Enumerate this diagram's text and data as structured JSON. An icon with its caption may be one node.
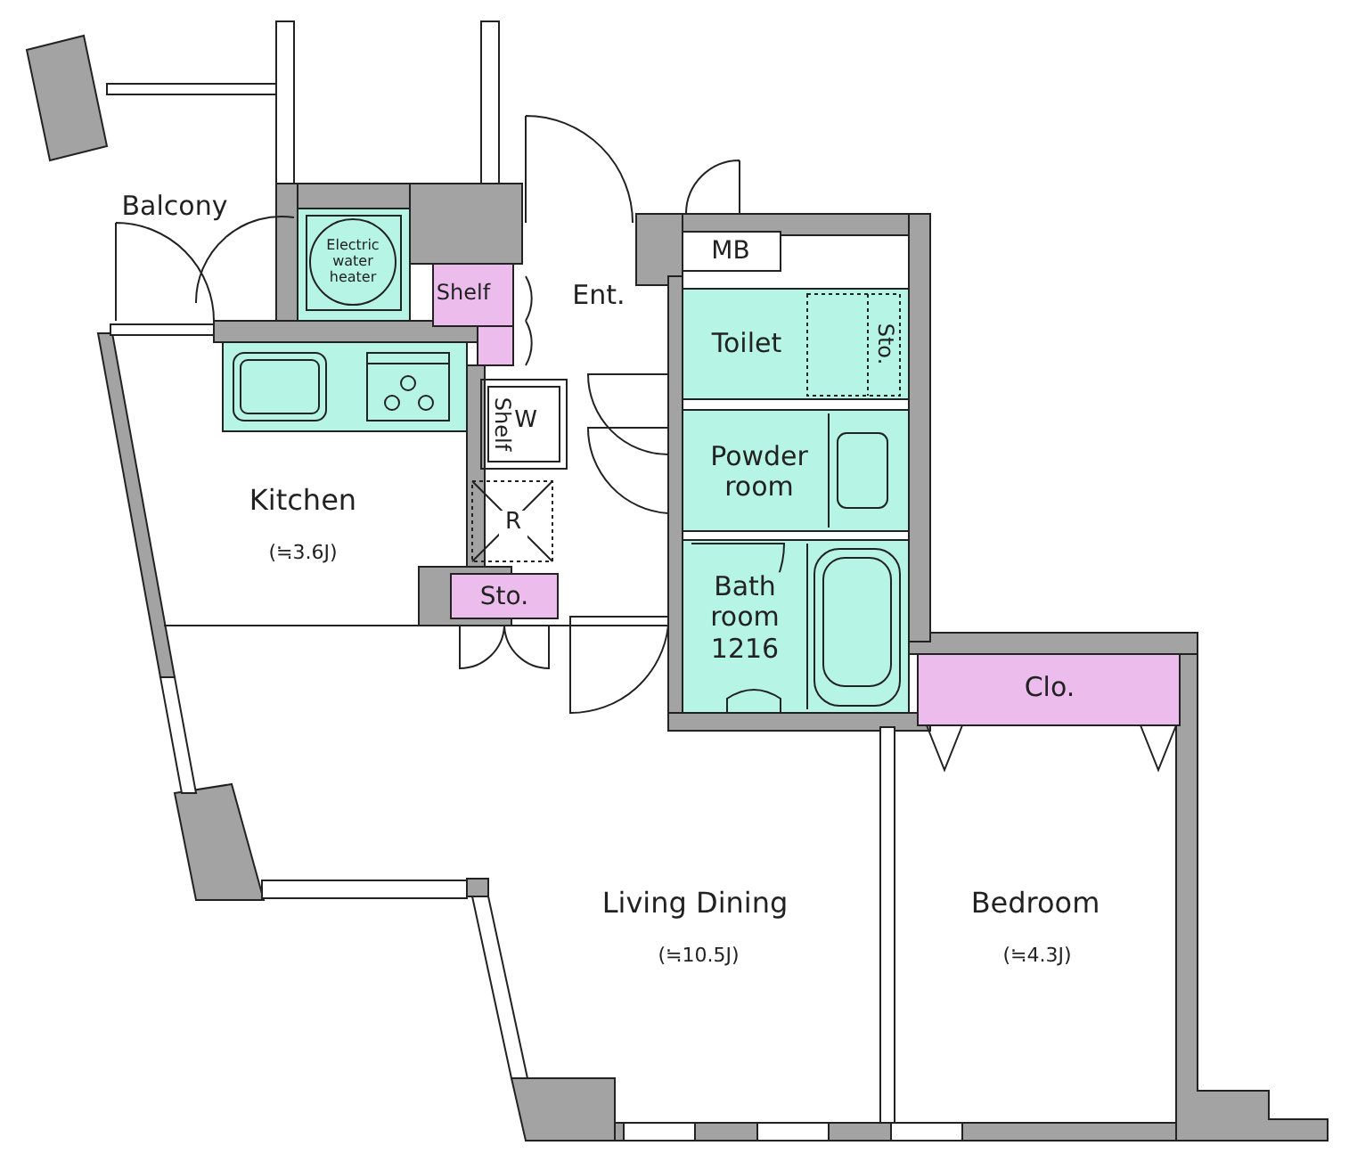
{
  "diagram": {
    "labels": [
      "Balcony",
      "Electric water heater",
      "MB",
      "Shelf",
      "Ent.",
      "Toilet",
      "Sto.",
      "Shelf",
      "W",
      "Kitchen",
      "(≒3.6J)",
      "Powder room",
      "R",
      "Sto.",
      "Bath room 1216",
      "Clo.",
      "Living Dining",
      "(≒10.5J)",
      "Bedroom",
      "(≒4.3J)"
    ]
  }
}
